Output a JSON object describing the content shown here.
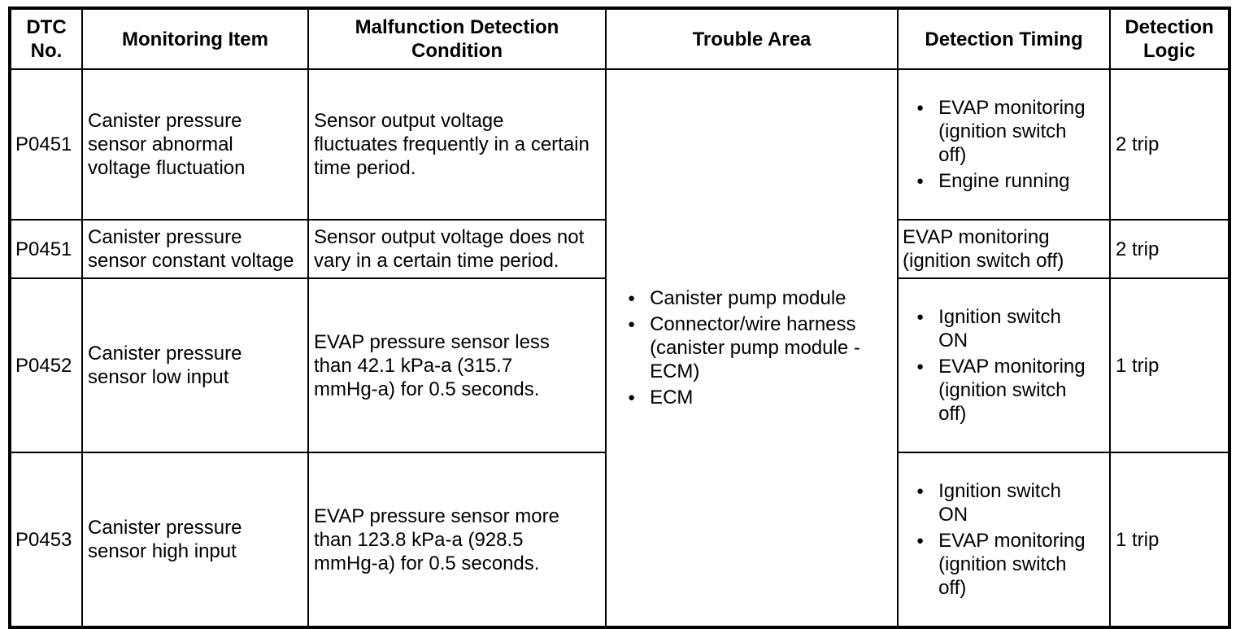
{
  "icons": {
    "bullet": "●"
  },
  "table": {
    "headers": [
      "DTC\nNo.",
      "Monitoring Item",
      "Malfunction Detection\nCondition",
      "Trouble Area",
      "Detection Timing",
      "Detection\nLogic"
    ],
    "trouble_area": {
      "items": [
        "Canister pump module",
        "Connector/wire harness\n(canister pump module -\nECM)",
        "ECM"
      ]
    },
    "rows": [
      {
        "dtc_no": "P0451",
        "monitoring_item": "Canister pressure\nsensor abnormal\nvoltage fluctuation",
        "malfunction_condition": "Sensor output voltage\nfluctuates frequently in a certain\ntime period.",
        "detection_timing": [
          "EVAP monitoring\n(ignition switch\noff)",
          "Engine running"
        ],
        "detection_logic": "2 trip"
      },
      {
        "dtc_no": "P0451",
        "monitoring_item": "Canister pressure\nsensor constant voltage",
        "malfunction_condition": "Sensor output voltage does not\nvary in a certain time period.",
        "detection_timing": [
          "EVAP monitoring\n(ignition switch off)"
        ],
        "detection_logic": "2 trip"
      },
      {
        "dtc_no": "P0452",
        "monitoring_item": "Canister pressure\nsensor low input",
        "malfunction_condition": "EVAP pressure sensor less\nthan 42.1 kPa-a (315.7\nmmHg-a) for 0.5 seconds.",
        "detection_timing": [
          "Ignition switch\nON",
          "EVAP monitoring\n(ignition switch\noff)"
        ],
        "detection_logic": "1 trip"
      },
      {
        "dtc_no": "P0453",
        "monitoring_item": "Canister pressure\nsensor high input",
        "malfunction_condition": "EVAP pressure sensor more\nthan 123.8 kPa-a (928.5\nmmHg-a) for 0.5 seconds.",
        "detection_timing": [
          "Ignition switch\nON",
          "EVAP monitoring\n(ignition switch\noff)"
        ],
        "detection_logic": "1 trip"
      }
    ]
  }
}
